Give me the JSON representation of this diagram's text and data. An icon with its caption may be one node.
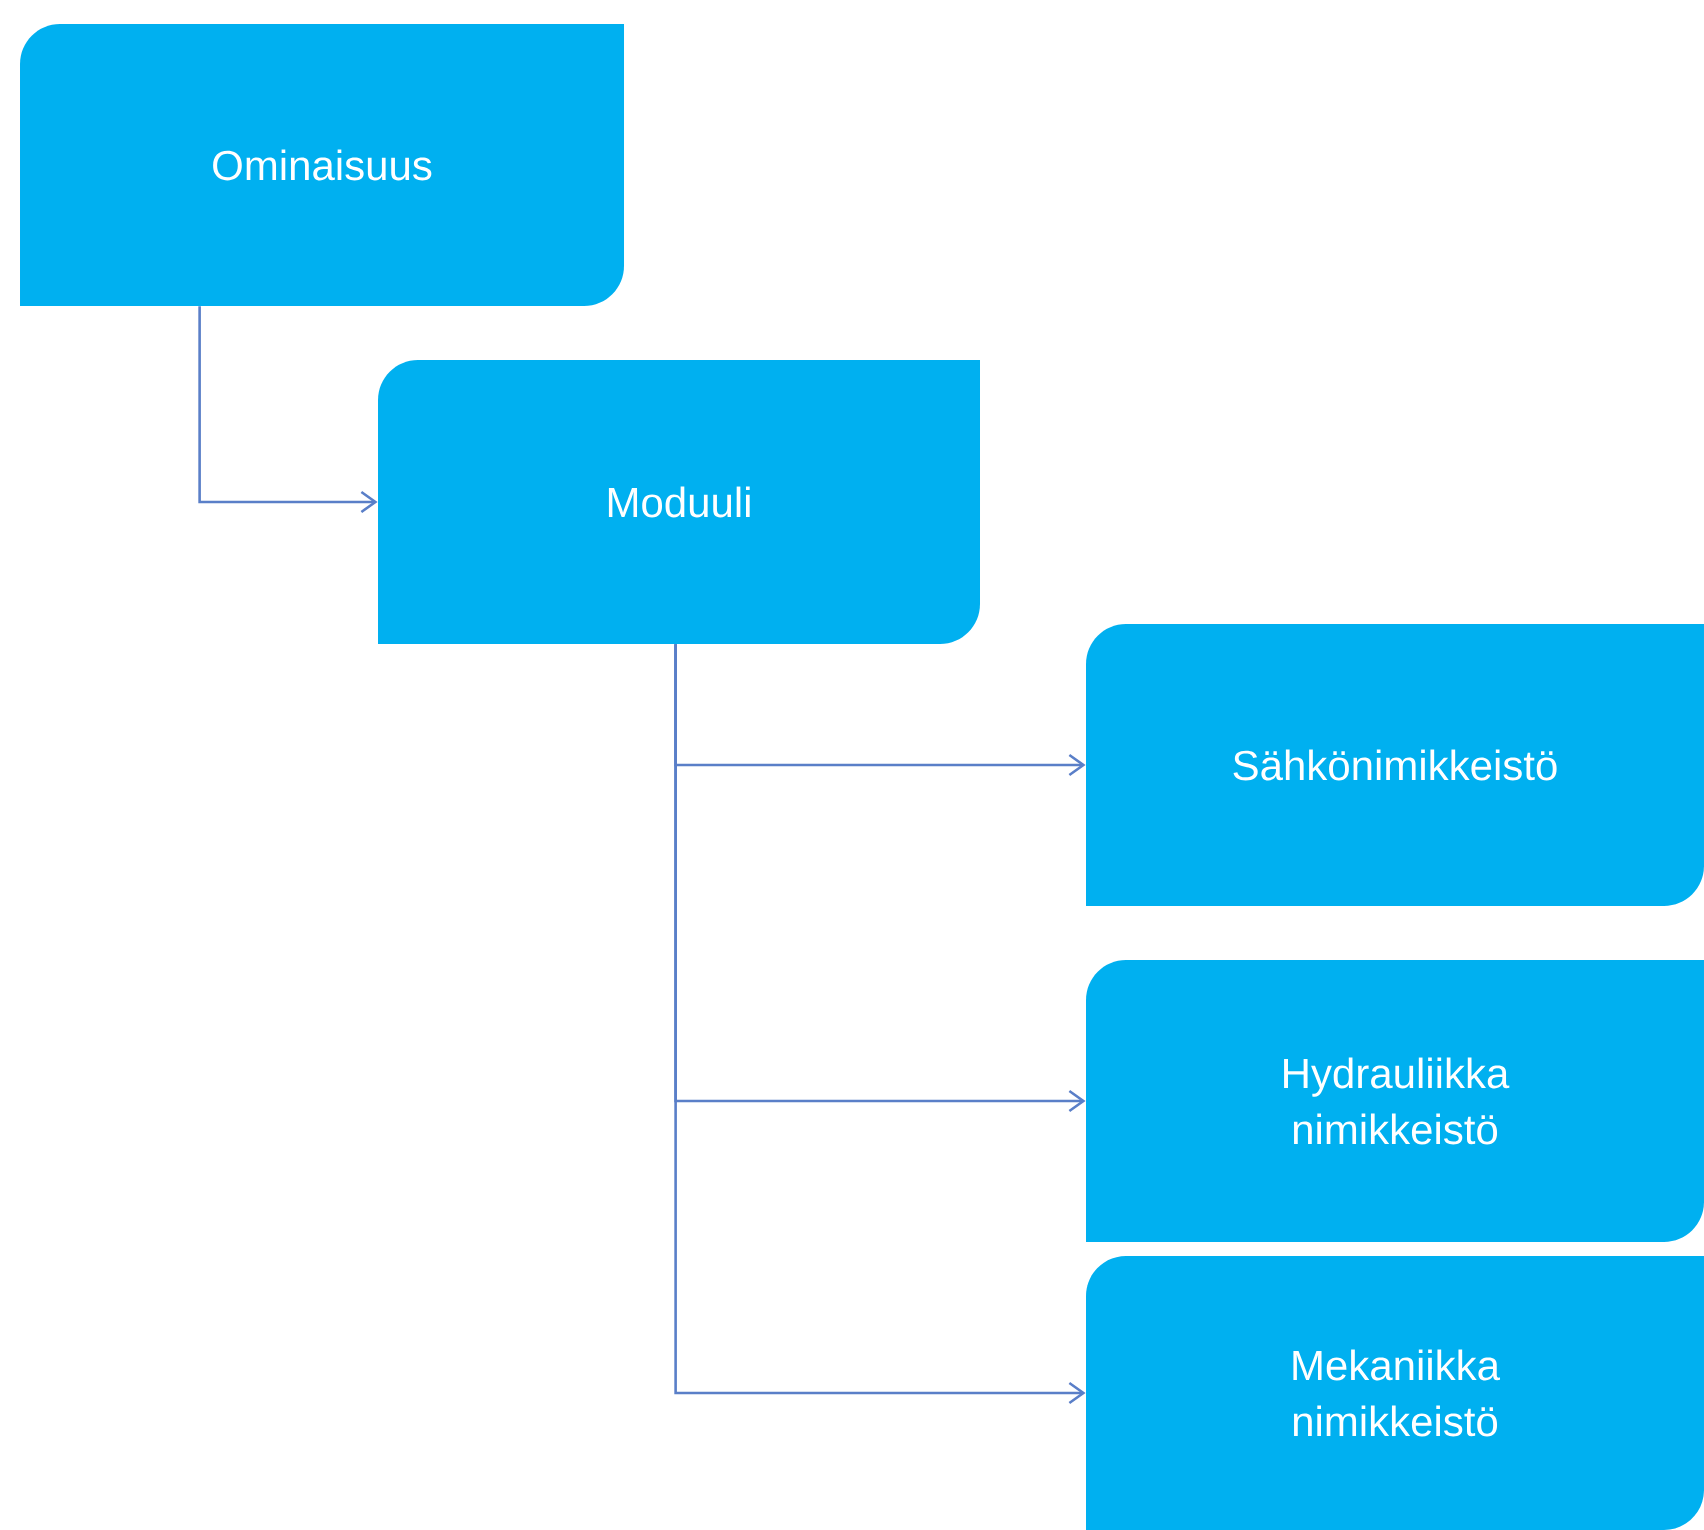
{
  "diagram": {
    "nodes": [
      {
        "text": [
          "Ominaisuus"
        ]
      },
      {
        "text": [
          "Moduuli"
        ]
      },
      {
        "text": [
          "Sähkönimikkeistö"
        ]
      },
      {
        "text": [
          "Hydrauliikka nimikkeistö"
        ]
      },
      {
        "text": [
          "Mekaniikka nimikkeistö"
        ]
      }
    ],
    "edges": [
      {
        "from": 0,
        "to": 1,
        "arrow": "to"
      },
      {
        "from": 1,
        "to": 2,
        "arrow": "to"
      },
      {
        "from": 1,
        "to": 3,
        "arrow": "to"
      },
      {
        "from": 1,
        "to": 4,
        "arrow": "to"
      }
    ]
  }
}
